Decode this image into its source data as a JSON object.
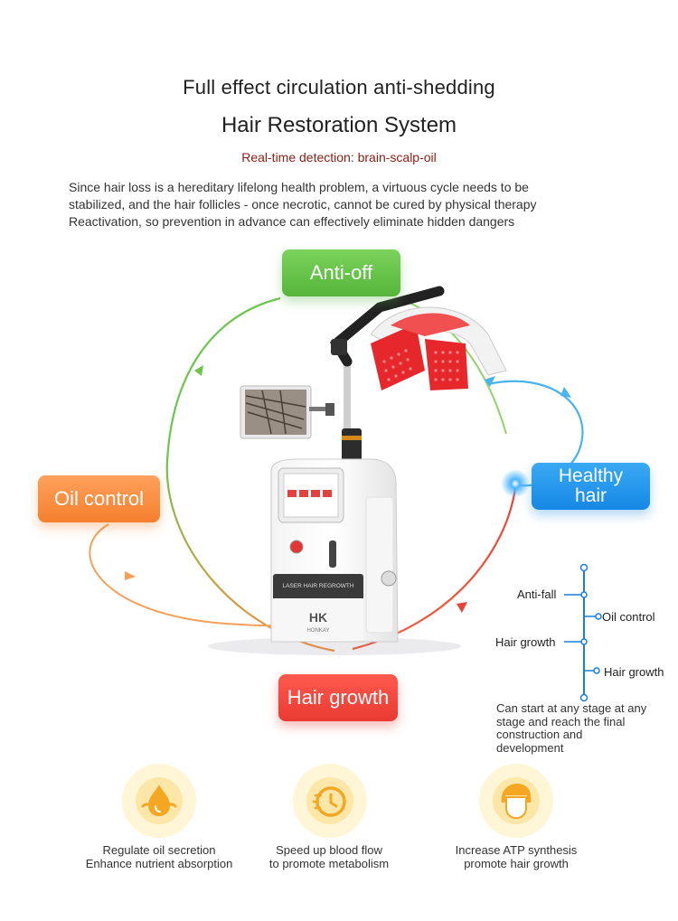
{
  "header": {
    "title_line1": "Full effect circulation anti-shedding",
    "title_line2": "Hair Restoration System",
    "subtitle": "Real-time detection: brain-scalp-oil",
    "intro_lines": [
      "Since hair loss is a hereditary lifelong health problem, a virtuous cycle needs to be",
      "stabilized, and the hair follicles - once necrotic, cannot be cured by physical therapy",
      "Reactivation, so prevention in advance can effectively eliminate hidden dangers"
    ]
  },
  "cycle": {
    "anti_off": "Anti-off",
    "oil_control": "Oil control",
    "healthy_hair_line1": "Healthy",
    "healthy_hair_line2": "hair",
    "hair_growth": "Hair growth",
    "colors": {
      "green": "#5cc23f",
      "orange": "#f5883a",
      "blue": "#1a8ee8",
      "red": "#e9413a"
    }
  },
  "machine": {
    "panel_text": "LASER HAIR REGROWTH",
    "brand_logo": "HK",
    "brand_name": "HONKAY"
  },
  "stages": {
    "items": [
      "Anti-fall",
      "Oil control",
      "Hair growth",
      "Hair growth"
    ],
    "note_lines": [
      "Can start at any stage at any",
      "stage and reach the final",
      "construction and",
      "development"
    ]
  },
  "features": [
    {
      "icon": "oil-drop-icon",
      "line1": "Regulate oil secretion",
      "line2": "Enhance nutrient absorption"
    },
    {
      "icon": "clock-icon",
      "line1": "Speed up blood flow",
      "line2": "to promote metabolism"
    },
    {
      "icon": "hair-head-icon",
      "line1": "Increase ATP synthesis",
      "line2": "promote hair growth"
    }
  ]
}
